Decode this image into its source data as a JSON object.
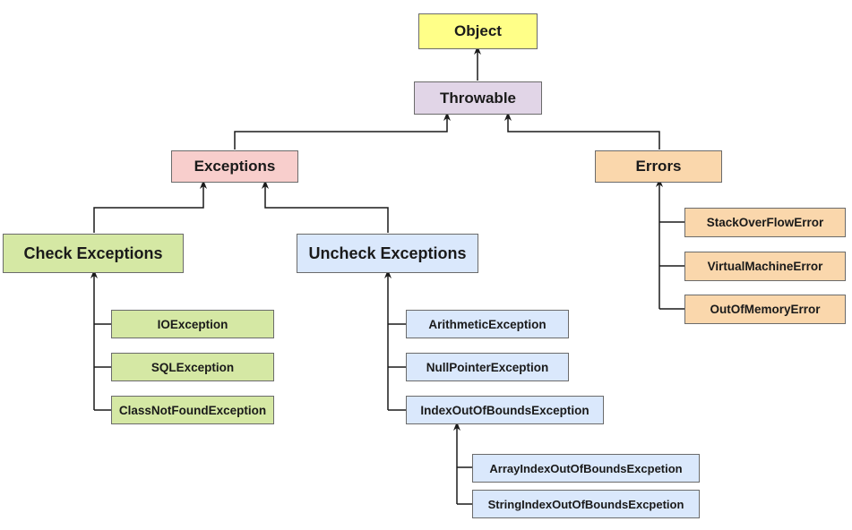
{
  "diagram": {
    "nodes": {
      "object": "Object",
      "throwable": "Throwable",
      "exceptions": "Exceptions",
      "errors": "Errors",
      "check_exceptions": "Check Exceptions",
      "uncheck_exceptions": "Uncheck Exceptions",
      "io_exception": "IOException",
      "sql_exception": "SQLException",
      "class_not_found_exception": "ClassNotFoundException",
      "arithmetic_exception": "ArithmeticException",
      "null_pointer_exception": "NullPointerException",
      "index_out_of_bounds_exception": "IndexOutOfBoundsException",
      "array_index_out_of_bounds": "ArrayIndexOutOfBoundsExcpetion",
      "string_index_out_of_bounds": "StringIndexOutOfBoundsExcpetion",
      "stack_overflow_error": "StackOverFlowError",
      "virtual_machine_error": "VirtualMachineError",
      "out_of_memory_error": "OutOfMemoryError"
    },
    "colors": {
      "object": "#ffff88",
      "throwable": "#e1d5e7",
      "exceptions": "#f8cecc",
      "errors": "#fad7ac",
      "checked": "#d5e8a4",
      "unchecked": "#dae8fc",
      "connector": "#1a1a1a"
    }
  }
}
